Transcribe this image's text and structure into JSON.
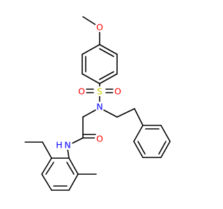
{
  "molecule": {
    "atoms": [
      {
        "id": "O_methoxy",
        "text": "O",
        "color": "#ff0000"
      },
      {
        "id": "S_sulfonyl",
        "text": "S",
        "color": "#cccc00"
      },
      {
        "id": "O_sulfonyl_left",
        "text": "O",
        "color": "#ff0000"
      },
      {
        "id": "O_sulfonyl_right",
        "text": "O",
        "color": "#ff0000"
      },
      {
        "id": "N_sulfonamide",
        "text": "N",
        "color": "#0000ff"
      },
      {
        "id": "O_carbonyl",
        "text": "O",
        "color": "#ff0000"
      },
      {
        "id": "N_amide",
        "text": "N",
        "color": "#0000ff"
      },
      {
        "id": "H_amide",
        "text": "H",
        "color": "#0000ff"
      }
    ],
    "bond_color": "#000000"
  }
}
